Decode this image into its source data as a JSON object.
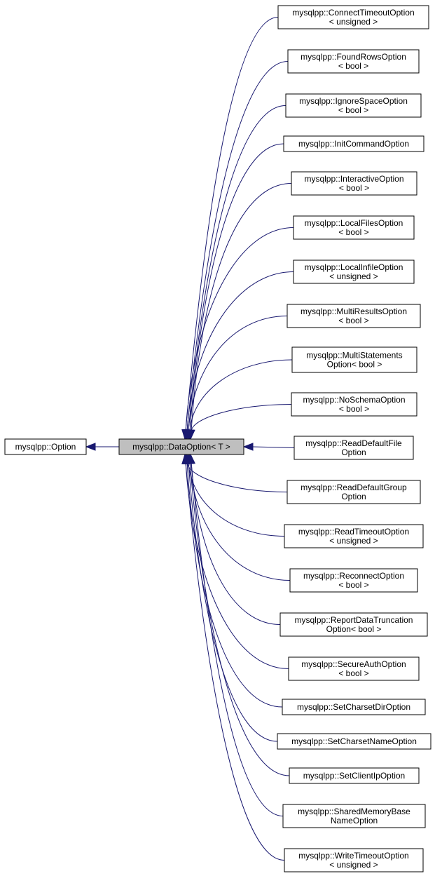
{
  "diagram": {
    "base": {
      "id": "option",
      "lines": [
        "mysqlpp::Option"
      ]
    },
    "current": {
      "id": "dataoption",
      "lines": [
        "mysqlpp::DataOption< T >"
      ]
    },
    "derived": [
      {
        "id": "connect-timeout",
        "lines": [
          "mysqlpp::ConnectTimeoutOption",
          "< unsigned >"
        ]
      },
      {
        "id": "found-rows",
        "lines": [
          "mysqlpp::FoundRowsOption",
          "< bool >"
        ]
      },
      {
        "id": "ignore-space",
        "lines": [
          "mysqlpp::IgnoreSpaceOption",
          "< bool >"
        ]
      },
      {
        "id": "init-command",
        "lines": [
          "mysqlpp::InitCommandOption"
        ]
      },
      {
        "id": "interactive",
        "lines": [
          "mysqlpp::InteractiveOption",
          "< bool >"
        ]
      },
      {
        "id": "local-files",
        "lines": [
          "mysqlpp::LocalFilesOption",
          "< bool >"
        ]
      },
      {
        "id": "local-infile",
        "lines": [
          "mysqlpp::LocalInfileOption",
          "< unsigned >"
        ]
      },
      {
        "id": "multi-results",
        "lines": [
          "mysqlpp::MultiResultsOption",
          "< bool >"
        ]
      },
      {
        "id": "multi-statements",
        "lines": [
          "mysqlpp::MultiStatements",
          "Option< bool >"
        ]
      },
      {
        "id": "no-schema",
        "lines": [
          "mysqlpp::NoSchemaOption",
          "< bool >"
        ]
      },
      {
        "id": "read-default-file",
        "lines": [
          "mysqlpp::ReadDefaultFile",
          "Option"
        ]
      },
      {
        "id": "read-default-group",
        "lines": [
          "mysqlpp::ReadDefaultGroup",
          "Option"
        ]
      },
      {
        "id": "read-timeout",
        "lines": [
          "mysqlpp::ReadTimeoutOption",
          "< unsigned >"
        ]
      },
      {
        "id": "reconnect",
        "lines": [
          "mysqlpp::ReconnectOption",
          "< bool >"
        ]
      },
      {
        "id": "report-data-truncation",
        "lines": [
          "mysqlpp::ReportDataTruncation",
          "Option< bool >"
        ]
      },
      {
        "id": "secure-auth",
        "lines": [
          "mysqlpp::SecureAuthOption",
          "< bool >"
        ]
      },
      {
        "id": "set-charset-dir",
        "lines": [
          "mysqlpp::SetCharsetDirOption"
        ]
      },
      {
        "id": "set-charset-name",
        "lines": [
          "mysqlpp::SetCharsetNameOption"
        ]
      },
      {
        "id": "set-client-ip",
        "lines": [
          "mysqlpp::SetClientIpOption"
        ]
      },
      {
        "id": "shared-memory-base-name",
        "lines": [
          "mysqlpp::SharedMemoryBase",
          "NameOption"
        ]
      },
      {
        "id": "write-timeout",
        "lines": [
          "mysqlpp::WriteTimeoutOption",
          "< unsigned >"
        ]
      }
    ]
  }
}
